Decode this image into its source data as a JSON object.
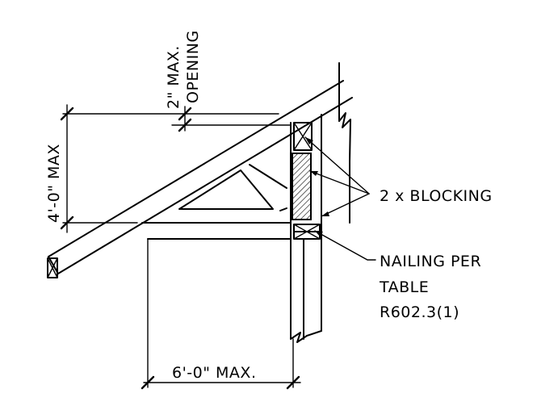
{
  "diagram": {
    "dimensions": {
      "opening_value": "2\" MAX.",
      "opening_label": "OPENING",
      "height_value": "4'-0\" MAX",
      "width_value": "6'-0\" MAX."
    },
    "callouts": {
      "blocking": "2 x BLOCKING",
      "nailing_line1": "NAILING PER",
      "nailing_line2": "TABLE",
      "nailing_line3": "R602.3(1)"
    }
  }
}
